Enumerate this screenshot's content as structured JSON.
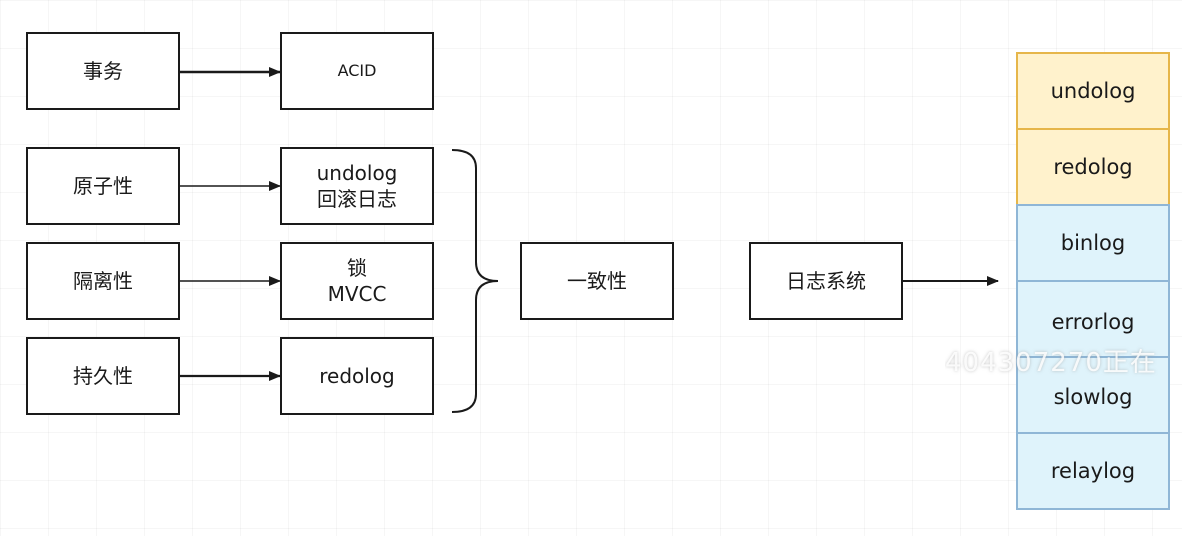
{
  "boxes": {
    "transaction": "事务",
    "acid": "ACID",
    "atomicity": "原子性",
    "isolation": "隔离性",
    "durability": "持久性",
    "atomicity_mech_1": "undolog",
    "atomicity_mech_2": "回滚日志",
    "isolation_mech_1": "锁",
    "isolation_mech_2": "MVCC",
    "durability_mech": "redolog",
    "consistency": "一致性",
    "log_system": "日志系统"
  },
  "log_stack": {
    "items": [
      {
        "label": "undolog",
        "color": "#fff2cc"
      },
      {
        "label": "redolog",
        "color": "#fff2cc"
      },
      {
        "label": "binlog",
        "color": "#dff3fb"
      },
      {
        "label": "errorlog",
        "color": "#dff3fb"
      },
      {
        "label": "slowlog",
        "color": "#dff3fb"
      },
      {
        "label": "relaylog",
        "color": "#dff3fb"
      }
    ]
  },
  "watermark": "404307270正在",
  "colors": {
    "stroke": "#1a1a1a",
    "yellow_fill": "#fff2cc",
    "yellow_border": "#e6b64a",
    "blue_fill": "#dff3fb",
    "blue_border": "#8fb6d6"
  }
}
